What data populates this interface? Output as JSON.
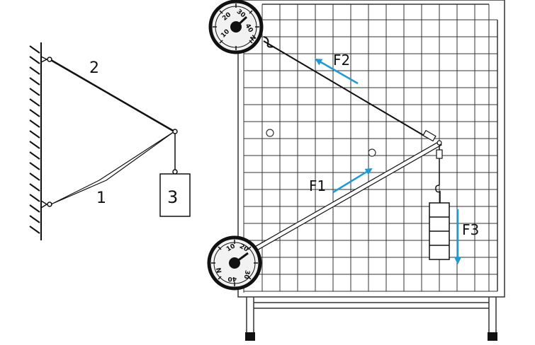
{
  "sketch": {
    "rod_2_label": "2",
    "rod_1_label": "1",
    "weight_label": "3"
  },
  "apparatus": {
    "force_labels": {
      "f1": "F1",
      "f2": "F2",
      "f3": "F3"
    },
    "dial_unit": "N",
    "dial_ticks": [
      "10",
      "20",
      "30",
      "40"
    ]
  },
  "colors": {
    "line": "#111111",
    "arrow": "#1e9ad6",
    "grid": "#333333",
    "dial_fill": "#f2f2f2"
  }
}
